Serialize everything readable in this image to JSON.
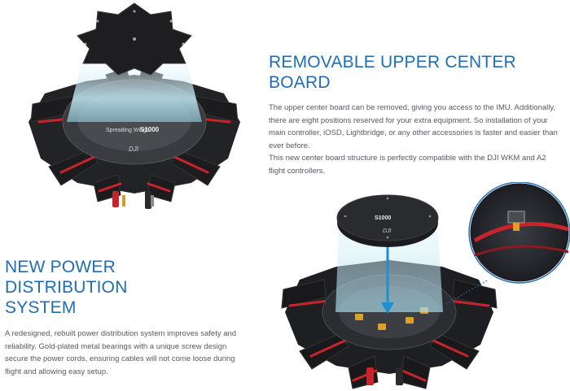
{
  "section_upper": {
    "title_line1": "REMOVABLE UPPER CENTER",
    "title_line2": "BOARD",
    "paragraph1": "The upper center board can be removed, giving you access to the IMU. Additionally, there are eight positions reserved for your extra equipment. So installation of your main controller, iOSD, Lightbridge, or any other accessories is faster and easier than ever before.",
    "paragraph2": "This new center board structure is perfectly compatible with the DJI WKM and A2 flight controllers."
  },
  "section_power": {
    "title_line1": "NEW POWER DISTRIBUTION",
    "title_line2": "SYSTEM",
    "paragraph": "A redesigned, rebuilt power distribution system improves safety and reliability. Gold-plated metal bearings with a unique screw design secure the power cords, ensuring cables will not come loose during flight and allowing easy setup."
  },
  "board_labels": {
    "model": "S1000",
    "brand": "DJI",
    "series": "Spreading Wings"
  },
  "colors": {
    "heading": "#1e6db5",
    "body_text": "#555b62",
    "board": "#1f1f22",
    "accent_red": "#c8242b",
    "glass": "#bfe7f3"
  }
}
